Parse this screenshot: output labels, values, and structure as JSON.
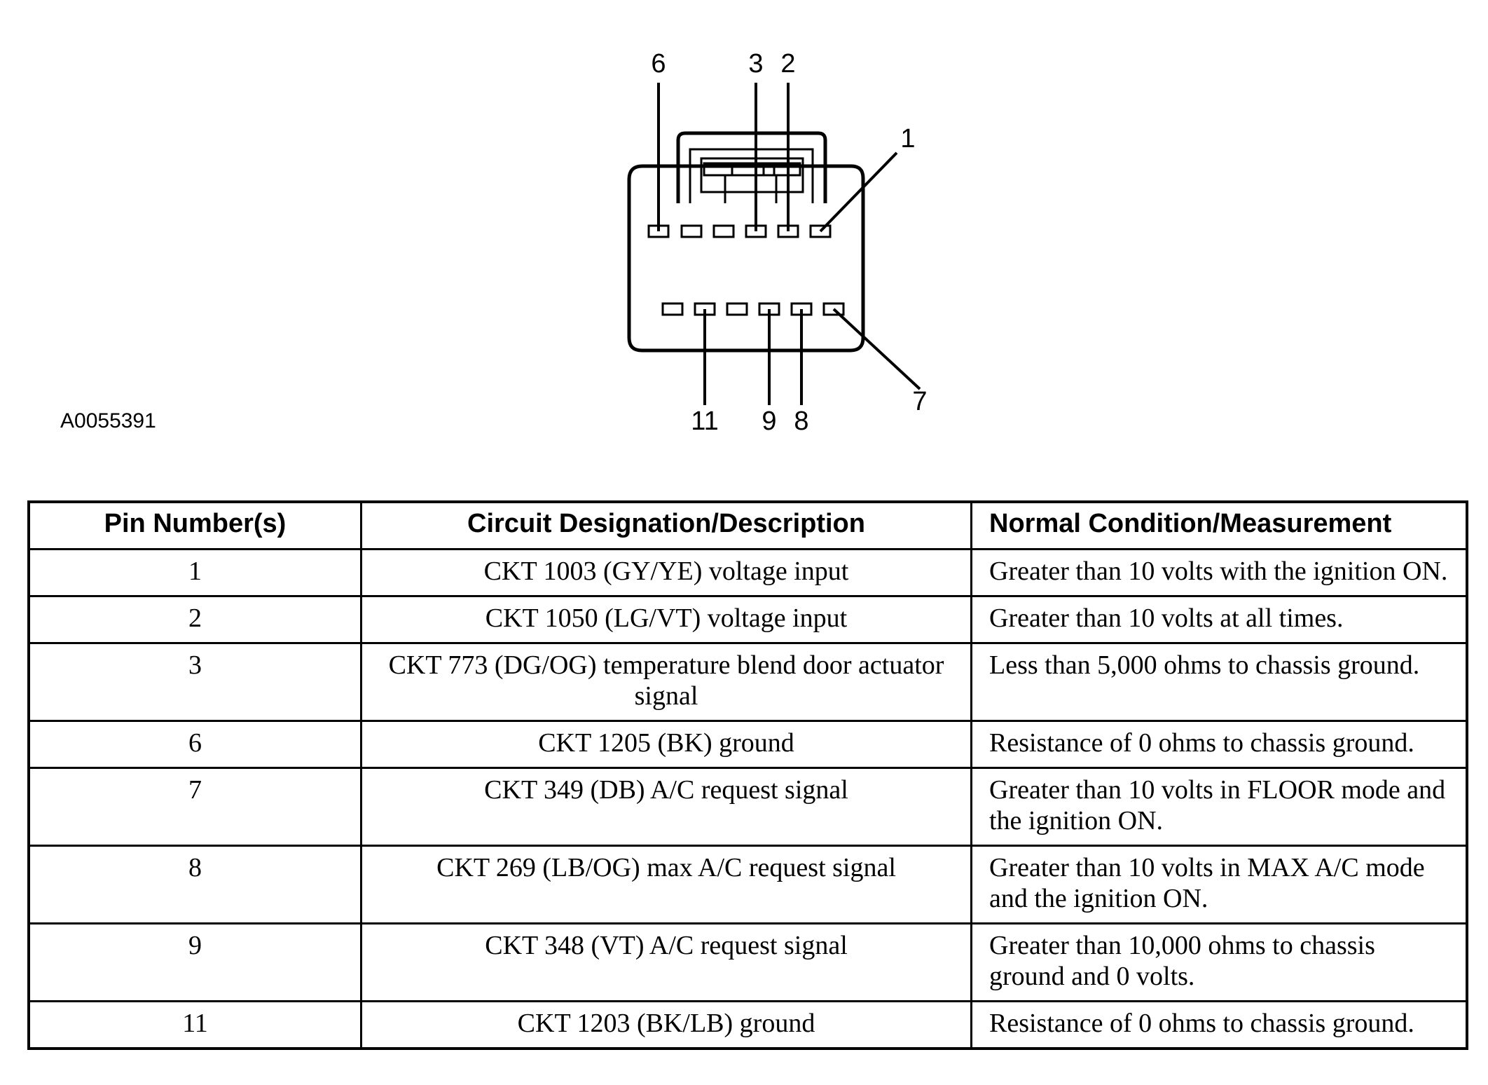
{
  "figure": {
    "id": "A0055391",
    "pin_labels": [
      "6",
      "3",
      "2",
      "1",
      "7",
      "11",
      "9",
      "8"
    ]
  },
  "table": {
    "headers": [
      "Pin Number(s)",
      "Circuit Designation/Description",
      "Normal Condition/Measurement"
    ],
    "rows": [
      {
        "pin": "1",
        "description": "CKT 1003 (GY/YE) voltage input",
        "measurement": "Greater than 10 volts with the ignition ON."
      },
      {
        "pin": "2",
        "description": "CKT 1050 (LG/VT) voltage input",
        "measurement": "Greater than 10 volts at all times."
      },
      {
        "pin": "3",
        "description": "CKT 773 (DG/OG) temperature blend door actuator signal",
        "measurement": "Less than 5,000 ohms to chassis ground."
      },
      {
        "pin": "6",
        "description": "CKT 1205 (BK) ground",
        "measurement": "Resistance of 0 ohms to chassis ground."
      },
      {
        "pin": "7",
        "description": "CKT 349 (DB) A/C request signal",
        "measurement": "Greater than 10 volts in FLOOR mode and the ignition ON."
      },
      {
        "pin": "8",
        "description": "CKT 269 (LB/OG) max A/C request signal",
        "measurement": "Greater than 10 volts in MAX A/C mode and the ignition ON."
      },
      {
        "pin": "9",
        "description": "CKT 348 (VT) A/C request signal",
        "measurement": "Greater than 10,000 ohms to chassis ground and 0 volts."
      },
      {
        "pin": "11",
        "description": "CKT 1203 (BK/LB) ground",
        "measurement": "Resistance of 0 ohms to chassis ground."
      }
    ]
  }
}
